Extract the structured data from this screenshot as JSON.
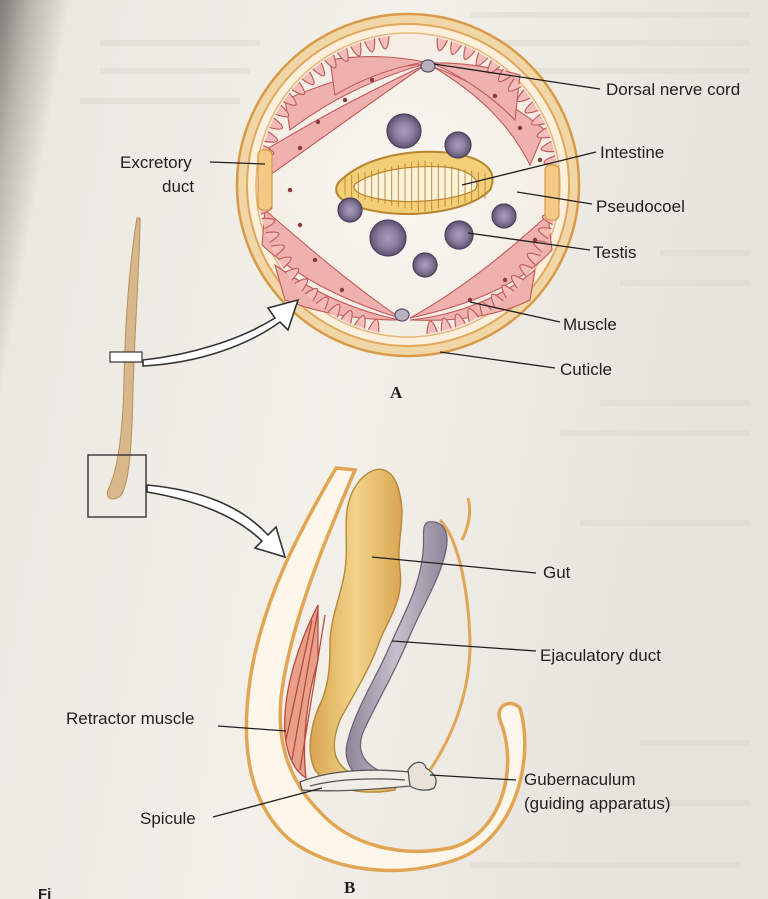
{
  "labels": {
    "dorsal_nerve_cord": "Dorsal nerve cord",
    "intestine": "Intestine",
    "excretory_duct_1": "Excretory",
    "excretory_duct_2": "duct",
    "pseudocoel": "Pseudocoel",
    "testis": "Testis",
    "muscle": "Muscle",
    "cuticle": "Cuticle",
    "gut": "Gut",
    "ejaculatory_duct": "Ejaculatory duct",
    "retractor_muscle": "Retractor muscle",
    "gubernaculum_1": "Gubernaculum",
    "gubernaculum_2": "(guiding apparatus)",
    "spicule": "Spicule"
  },
  "figures": {
    "a": "A",
    "b": "B"
  },
  "corner_text": "Fi",
  "colors": {
    "cuticle": "#e9b56c",
    "muscle": "#e8a3a0",
    "muscle_line": "#c45a5a",
    "intestine": "#f0c060",
    "testis": "#7d6e8c",
    "gut": "#e9c06a",
    "ejaculatory_duct": "#a79cab"
  }
}
